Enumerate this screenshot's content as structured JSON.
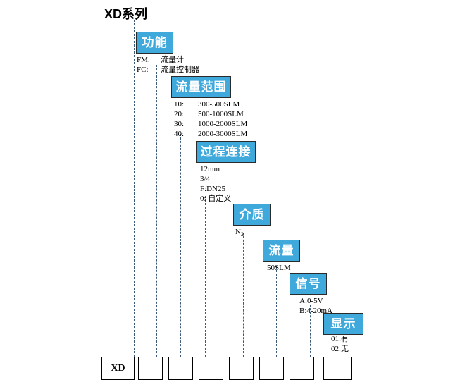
{
  "title": "XD系列",
  "colors": {
    "header_fill": "#3FA9DC",
    "header_text": "#FFFFFF",
    "connector": "#3A5A78",
    "box_border": "#000000",
    "text": "#000000"
  },
  "categories": [
    {
      "key": "function",
      "label": "功能",
      "options": [
        {
          "code": "FM:",
          "desc": "流量计"
        },
        {
          "code": "FC:",
          "desc": "流量控制器"
        }
      ]
    },
    {
      "key": "flow_range",
      "label": "流量范围",
      "options": [
        {
          "code": "10:",
          "desc": "300-500SLM"
        },
        {
          "code": "20:",
          "desc": "500-1000SLM"
        },
        {
          "code": "30:",
          "desc": "1000-2000SLM"
        },
        {
          "code": "40:",
          "desc": "2000-3000SLM"
        }
      ]
    },
    {
      "key": "process_connection",
      "label": "过程连接",
      "options": [
        {
          "code": "",
          "desc": "12mm"
        },
        {
          "code": "",
          "desc": "3/4"
        },
        {
          "code": "",
          "desc": "F:DN25"
        },
        {
          "code": "",
          "desc": "0: 自定义"
        }
      ]
    },
    {
      "key": "medium",
      "label": "介质",
      "options": [
        {
          "code": "",
          "desc": "N2"
        }
      ]
    },
    {
      "key": "flow",
      "label": "流量",
      "options": [
        {
          "code": "",
          "desc": "50SLM"
        }
      ]
    },
    {
      "key": "signal",
      "label": "信号",
      "options": [
        {
          "code": "",
          "desc": "A:0-5V"
        },
        {
          "code": "",
          "desc": "B:4-20mA"
        }
      ]
    },
    {
      "key": "display",
      "label": "显示",
      "options": [
        {
          "code": "",
          "desc": "01:有"
        },
        {
          "code": "",
          "desc": "02:无"
        }
      ]
    }
  ],
  "code_boxes": [
    {
      "value": "XD"
    },
    {
      "value": ""
    },
    {
      "value": ""
    },
    {
      "value": ""
    },
    {
      "value": ""
    },
    {
      "value": ""
    },
    {
      "value": ""
    },
    {
      "value": ""
    }
  ]
}
